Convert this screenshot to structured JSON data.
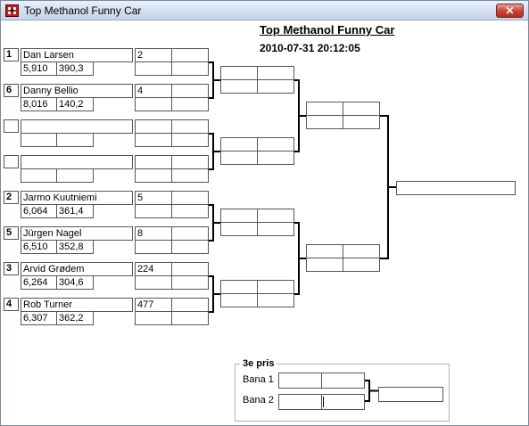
{
  "window": {
    "title": "Top Methanol Funny Car",
    "close_label": "✕"
  },
  "header": {
    "title": "Top Methanol Funny Car",
    "datetime": "2010-07-31  20:12:05"
  },
  "entries": [
    {
      "seed": "1",
      "name": "Dan Larsen",
      "et": "5,910",
      "speed": "390,3",
      "lane": "2"
    },
    {
      "seed": "6",
      "name": "Danny Bellio",
      "et": "8,016",
      "speed": "140,2",
      "lane": "4"
    },
    {
      "seed": "",
      "name": "",
      "et": "",
      "speed": "",
      "lane": ""
    },
    {
      "seed": "",
      "name": "",
      "et": "",
      "speed": "",
      "lane": ""
    },
    {
      "seed": "2",
      "name": "Jarmo Kuutniemi",
      "et": "6,064",
      "speed": "361,4",
      "lane": "5"
    },
    {
      "seed": "5",
      "name": "Jürgen Nagel",
      "et": "6,510",
      "speed": "352,8",
      "lane": "8"
    },
    {
      "seed": "3",
      "name": "Arvid Grødem",
      "et": "6,264",
      "speed": "304,6",
      "lane": "224"
    },
    {
      "seed": "4",
      "name": "Rob Turner",
      "et": "6,307",
      "speed": "362,2",
      "lane": "477"
    }
  ],
  "third_place": {
    "title": "3e pris",
    "lane1": "Bana 1",
    "lane2": "Bana 2"
  }
}
